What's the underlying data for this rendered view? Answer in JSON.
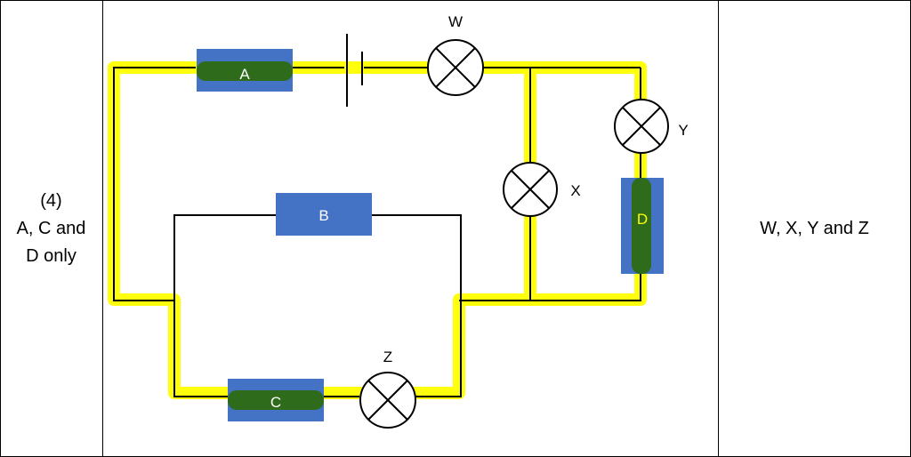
{
  "left_cell": {
    "lines": [
      "(4)",
      "A, C and",
      "D only"
    ]
  },
  "right_cell": {
    "text": "W, X, Y and Z"
  },
  "diagram": {
    "resistors": {
      "a": {
        "label": "A",
        "highlighted": true
      },
      "b": {
        "label": "B",
        "highlighted": false
      },
      "c": {
        "label": "C",
        "highlighted": true
      },
      "d": {
        "label": "D",
        "highlighted": true
      }
    },
    "lamps": {
      "w": {
        "label": "W"
      },
      "x": {
        "label": "X"
      },
      "y": {
        "label": "Y"
      },
      "z": {
        "label": "Z"
      }
    },
    "colors": {
      "resistor_fill": "#4472C4",
      "highlight": "#FFFF00",
      "current_path": "#2E6B1A",
      "wire": "#000000",
      "resistor_label": "#FFFFFF"
    }
  }
}
